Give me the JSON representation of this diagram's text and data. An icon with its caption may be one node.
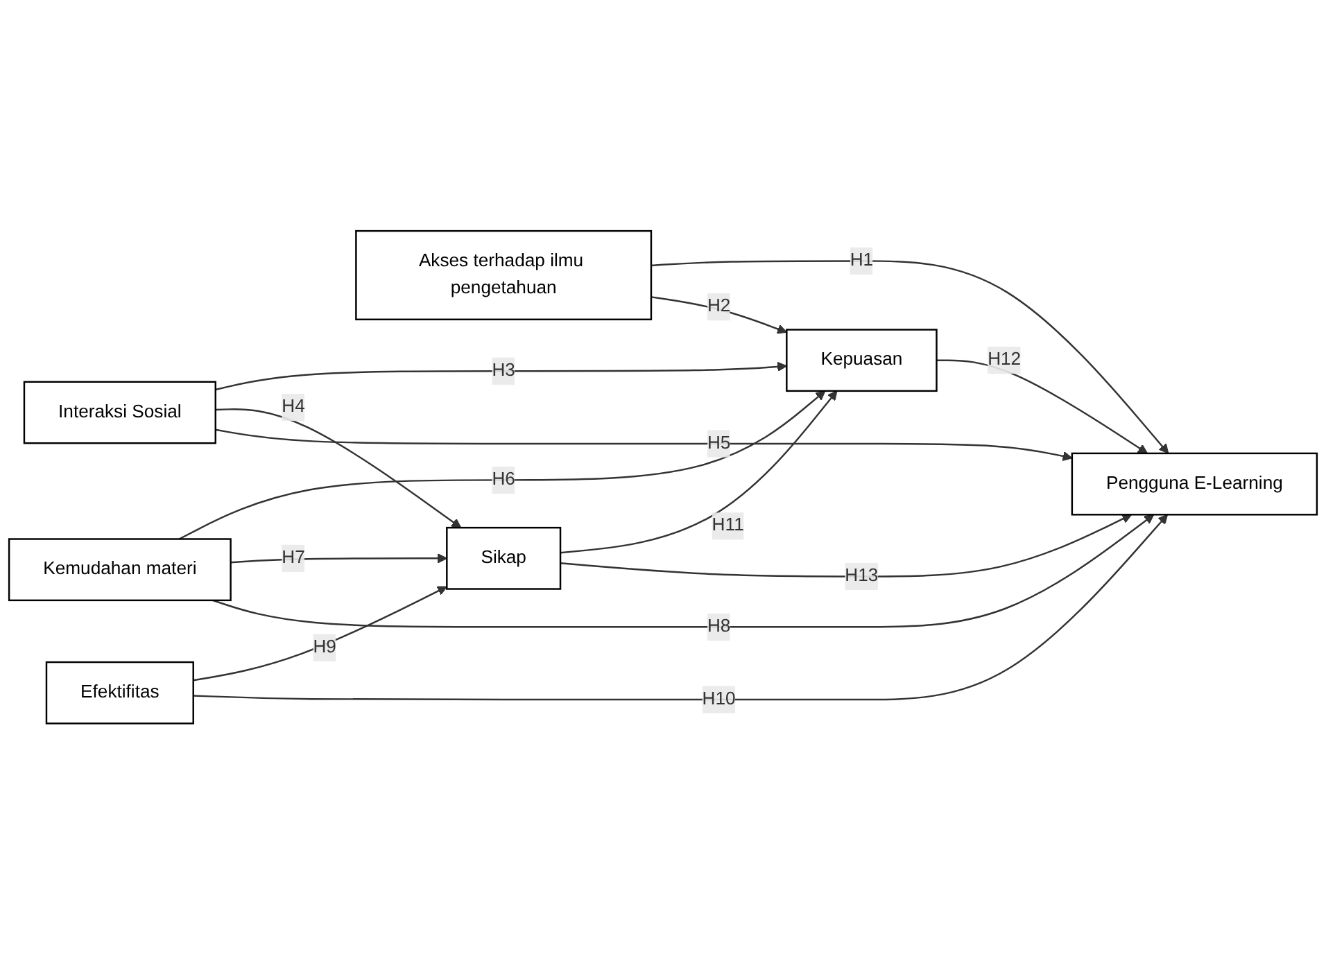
{
  "diagram": {
    "nodes": [
      {
        "text": [
          "Akses terhadap ilmu pengetahuan"
        ]
      },
      {
        "text": [
          "Interaksi Sosial"
        ]
      },
      {
        "text": [
          "Kemudahan materi"
        ]
      },
      {
        "text": [
          "Efektifitas"
        ]
      },
      {
        "text": [
          "Kepuasan"
        ]
      },
      {
        "text": [
          "Sikap"
        ]
      },
      {
        "text": [
          "Pengguna E-Learning"
        ]
      }
    ],
    "edges": [
      {
        "from": 0,
        "to": 6,
        "arrow": "to",
        "label": "H1"
      },
      {
        "from": 0,
        "to": 4,
        "arrow": "to",
        "label": "H2"
      },
      {
        "from": 1,
        "to": 4,
        "arrow": "to",
        "label": "H3"
      },
      {
        "from": 1,
        "to": 5,
        "arrow": "to",
        "label": "H4"
      },
      {
        "from": 1,
        "to": 6,
        "arrow": "to",
        "label": "H5"
      },
      {
        "from": 2,
        "to": 4,
        "arrow": "to",
        "label": "H6"
      },
      {
        "from": 2,
        "to": 5,
        "arrow": "to",
        "label": "H7"
      },
      {
        "from": 2,
        "to": 6,
        "arrow": "to",
        "label": "H8"
      },
      {
        "from": 3,
        "to": 5,
        "arrow": "to",
        "label": "H9"
      },
      {
        "from": 3,
        "to": 6,
        "arrow": "to",
        "label": "H10"
      },
      {
        "from": 5,
        "to": 4,
        "arrow": "to",
        "label": "H11"
      },
      {
        "from": 4,
        "to": 6,
        "arrow": "to",
        "label": "H12"
      },
      {
        "from": 5,
        "to": 6,
        "arrow": "to",
        "label": "H13"
      }
    ]
  }
}
